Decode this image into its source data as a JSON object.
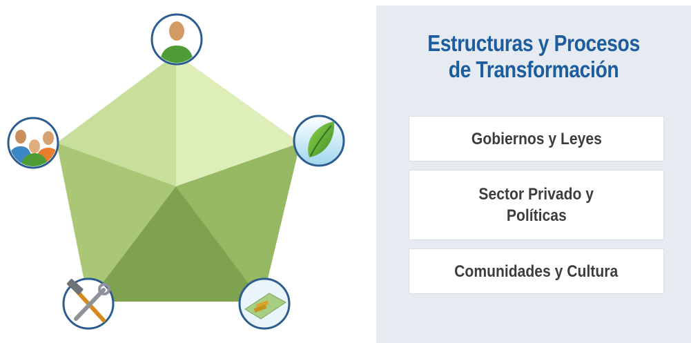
{
  "panel": {
    "title_lines": [
      "Estructuras y Procesos",
      "de Transformación"
    ],
    "items": [
      {
        "lines": [
          "Gobiernos y Leyes"
        ]
      },
      {
        "lines": [
          "Sector Privado y",
          "Políticas"
        ]
      },
      {
        "lines": [
          "Comunidades y Cultura"
        ]
      }
    ]
  },
  "diagram": {
    "nodes": [
      {
        "name": "person-icon"
      },
      {
        "name": "leaf-icon"
      },
      {
        "name": "money-icon"
      },
      {
        "name": "tools-icon"
      },
      {
        "name": "people-group-icon"
      }
    ]
  },
  "colors": {
    "title": "#1d5d9e",
    "panel_bg": "#e6ebf1",
    "node_ring": "#2c5d8f",
    "pentagon_shades": [
      "#c8df9c",
      "#ddeeb8",
      "#a9c775",
      "#96b863",
      "#7fa24e"
    ]
  }
}
